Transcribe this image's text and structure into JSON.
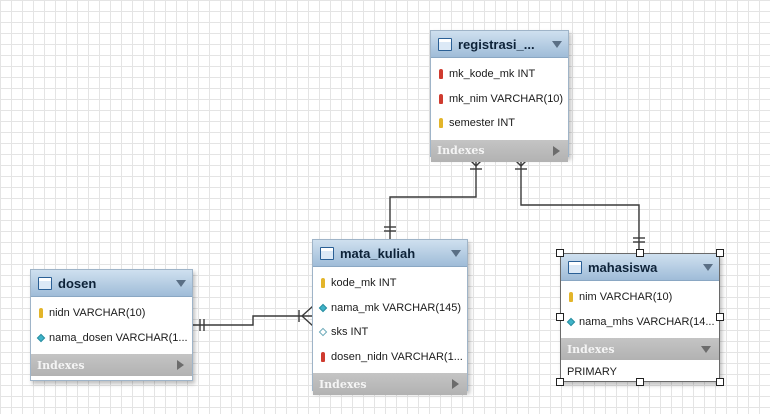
{
  "entities": {
    "registrasi": {
      "title": "registrasi_...",
      "columns": [
        {
          "name": "mk_kode_mk INT",
          "icon": "fk-key-icon"
        },
        {
          "name": "mk_nim VARCHAR(10)",
          "icon": "fk-key-icon"
        },
        {
          "name": "semester INT",
          "icon": "pk-key-icon"
        }
      ],
      "indexes_label": "Indexes"
    },
    "mata_kuliah": {
      "title": "mata_kuliah",
      "columns": [
        {
          "name": "kode_mk INT",
          "icon": "pk-key-icon"
        },
        {
          "name": "nama_mk VARCHAR(145)",
          "icon": "filled-diamond-icon"
        },
        {
          "name": "sks INT",
          "icon": "empty-diamond-icon"
        },
        {
          "name": "dosen_nidn VARCHAR(1...",
          "icon": "fk-key-icon"
        }
      ],
      "indexes_label": "Indexes"
    },
    "dosen": {
      "title": "dosen",
      "columns": [
        {
          "name": "nidn VARCHAR(10)",
          "icon": "pk-key-icon"
        },
        {
          "name": "nama_dosen VARCHAR(1...",
          "icon": "filled-diamond-icon"
        }
      ],
      "indexes_label": "Indexes"
    },
    "mahasiswa": {
      "title": "mahasiswa",
      "columns": [
        {
          "name": "nim VARCHAR(10)",
          "icon": "pk-key-icon"
        },
        {
          "name": "nama_mhs VARCHAR(14...",
          "icon": "filled-diamond-icon"
        }
      ],
      "indexes_label": "Indexes",
      "indexes": [
        "PRIMARY"
      ]
    }
  },
  "colors": {
    "header_top": "#cfe0ef",
    "header_bottom": "#9fbcd8",
    "primary_key": "#e3b52a",
    "foreign_key": "#cf3b2f",
    "attribute": "#3fb3c8",
    "relationship_line": "#3a3a3a"
  }
}
